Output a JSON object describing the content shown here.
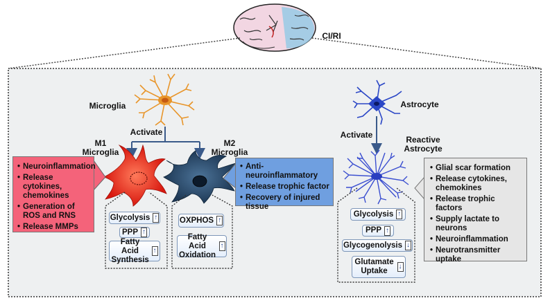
{
  "colors": {
    "m1_panel": "#f4637a",
    "m2_panel": "#6f9fe0",
    "astro_panel": "#e6e6e6",
    "panel_bg": "#eef0f1",
    "m1_cell": "#e8251a",
    "m2_cell": "#2b4d6e",
    "microglia_cell": "#e8952a",
    "astrocyte_cell": "#2a46c6",
    "arrow": "#3a5a8a"
  },
  "labels": {
    "condition": "CI/RI",
    "microglia": "Microglia",
    "astrocyte": "Astrocyte",
    "activate_left": "Activate",
    "activate_right": "Activate",
    "m1_line1": "M1",
    "m1_line2": "Microglia",
    "m2_line1": "M2",
    "m2_line2": "Microglia",
    "reactive_line1": "Reactive",
    "reactive_line2": "Astrocyte"
  },
  "m1_effects": [
    "Neuroinflammation",
    "Release cytokines, chemokines",
    "Generation of ROS and RNS",
    "Release MMPs"
  ],
  "m2_effects": [
    "Anti-neuroinflammatory",
    "Release trophic factor",
    "Recovery of injured tissue"
  ],
  "astrocyte_effects": [
    "Glial scar formation",
    "Release cytokines, chemokines",
    "Release trophic factors",
    "Supply lactate to neurons",
    "Neuroinflammation",
    "Neurotransmitter uptake"
  ],
  "m1_metabolism": [
    {
      "label": "Glycolysis",
      "direction": "up"
    },
    {
      "label": "PPP",
      "direction": "up"
    },
    {
      "label": "Fatty Acid Synthesis",
      "direction": "up"
    }
  ],
  "m2_metabolism": [
    {
      "label": "OXPHOS",
      "direction": "up"
    },
    {
      "label": "Fatty Acid Oxidation",
      "direction": "up"
    }
  ],
  "astrocyte_metabolism": [
    {
      "label": "Glycolysis",
      "direction": "up"
    },
    {
      "label": "PPP",
      "direction": "up"
    },
    {
      "label": "Glycogenolysis",
      "direction": "down"
    },
    {
      "label": "Glutamate Uptake",
      "direction": "down"
    }
  ],
  "arrow_glyphs": {
    "up": "↑",
    "down": "↓"
  }
}
